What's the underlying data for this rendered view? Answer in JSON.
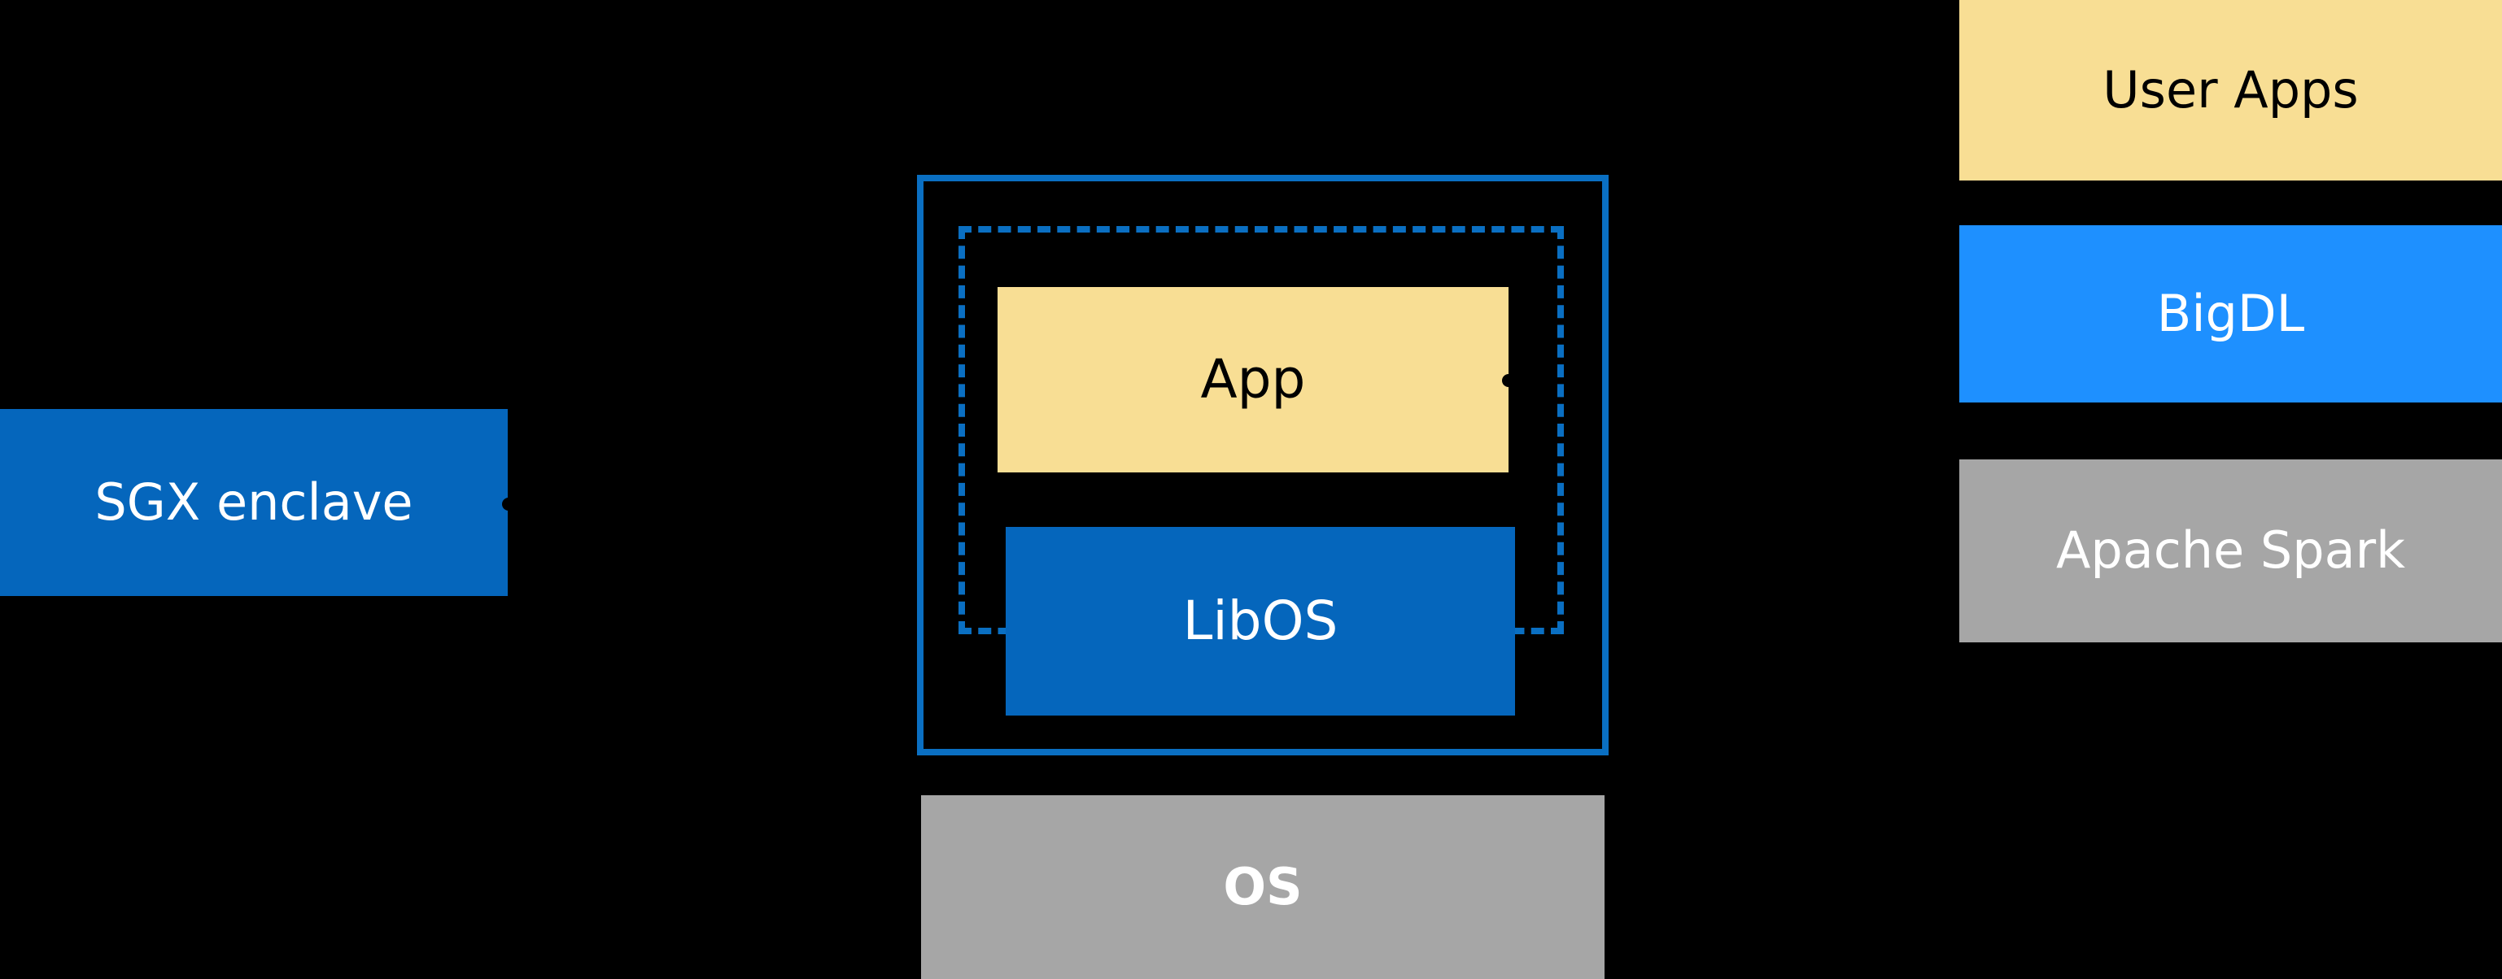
{
  "diagram": {
    "title": "SGX enclave / LibOS architecture diagram",
    "background_color": "#000000",
    "palette": {
      "yellow": "#f8de94",
      "blue_dark": "#0566bc",
      "blue_light": "#1e90ff",
      "gray": "#a6a6a6",
      "enclave_border": "#0a6fc2",
      "text_light": "#ffffff",
      "text_dark": "#000000"
    },
    "nodes": {
      "sgx_enclave": {
        "label": "SGX enclave",
        "fill": "#0566bc",
        "text_color": "#ffffff"
      },
      "app": {
        "label": "App",
        "fill": "#f8de94",
        "text_color": "#000000"
      },
      "libos": {
        "label": "LibOS",
        "fill": "#0566bc",
        "text_color": "#ffffff"
      },
      "os": {
        "label": "OS",
        "fill": "#a6a6a6",
        "text_color": "#ffffff"
      },
      "user_apps": {
        "label": "User Apps",
        "fill": "#f8de94",
        "text_color": "#000000"
      },
      "bigdl": {
        "label": "BigDL",
        "fill": "#1e90ff",
        "text_color": "#ffffff"
      },
      "apache_spark": {
        "label": "Apache Spark",
        "fill": "#a6a6a6",
        "text_color": "#ffffff"
      }
    },
    "frames": {
      "enclave_outer": {
        "style": "solid",
        "color": "#0a6fc2"
      },
      "enclave_inner": {
        "style": "dashed",
        "color": "#0a6fc2"
      }
    }
  }
}
